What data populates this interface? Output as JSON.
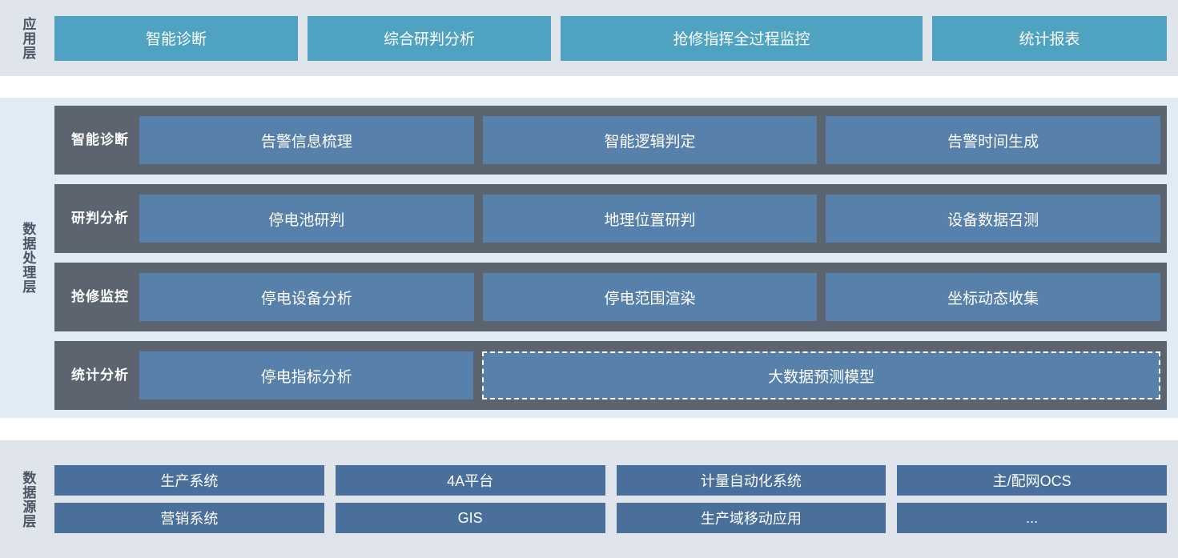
{
  "application_layer": {
    "label": "应用层",
    "accent_color": "#4fa3c0",
    "background_color": "#e0e5ec",
    "boxes": [
      {
        "label": "智能诊断"
      },
      {
        "label": "综合研判分析"
      },
      {
        "label": "抢修指挥全过程监控"
      },
      {
        "label": "统计报表"
      }
    ]
  },
  "data_processing_layer": {
    "label": "数据处理层",
    "background_color": "#dfecf4",
    "row_background_color": "#5c6470",
    "cell_color": "#5780ab",
    "rows": [
      {
        "label": "智能诊断",
        "cells": [
          {
            "label": "告警信息梳理",
            "span": 1,
            "dashed": false
          },
          {
            "label": "智能逻辑判定",
            "span": 1,
            "dashed": false
          },
          {
            "label": "告警时间生成",
            "span": 1,
            "dashed": false
          }
        ]
      },
      {
        "label": "研判分析",
        "cells": [
          {
            "label": "停电池研判",
            "span": 1,
            "dashed": false
          },
          {
            "label": "地理位置研判",
            "span": 1,
            "dashed": false
          },
          {
            "label": "设备数据召测",
            "span": 1,
            "dashed": false
          }
        ]
      },
      {
        "label": "抢修监控",
        "cells": [
          {
            "label": "停电设备分析",
            "span": 1,
            "dashed": false
          },
          {
            "label": "停电范围渲染",
            "span": 1,
            "dashed": false
          },
          {
            "label": "坐标动态收集",
            "span": 1,
            "dashed": false
          }
        ]
      },
      {
        "label": "统计分析",
        "cells": [
          {
            "label": "停电指标分析",
            "span": 1,
            "dashed": false
          },
          {
            "label": "大数据预测模型",
            "span": 2,
            "dashed": true
          }
        ]
      }
    ]
  },
  "data_source_layer": {
    "label": "数据源层",
    "background_color": "#e0e5ec",
    "cell_color": "#4a6f9b",
    "rows": [
      [
        {
          "label": "生产系统"
        },
        {
          "label": "4A平台"
        },
        {
          "label": "计量自动化系统"
        },
        {
          "label": "主/配网OCS"
        }
      ],
      [
        {
          "label": "营销系统"
        },
        {
          "label": "GIS"
        },
        {
          "label": "生产域移动应用"
        },
        {
          "label": "..."
        }
      ]
    ]
  }
}
